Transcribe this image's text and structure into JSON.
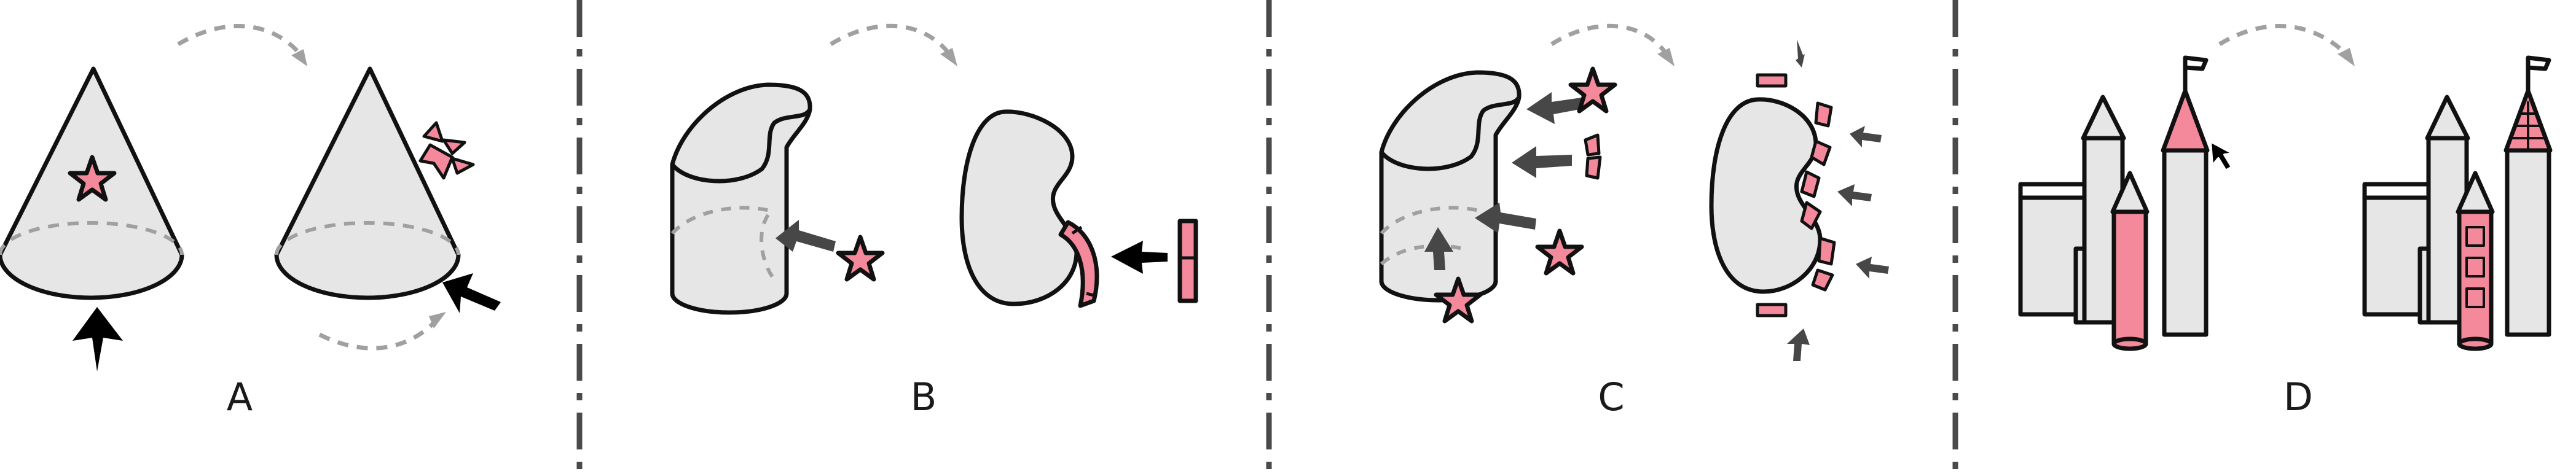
{
  "panels": [
    {
      "label": "A"
    },
    {
      "label": "B"
    },
    {
      "label": "C"
    },
    {
      "label": "D"
    }
  ],
  "colors": {
    "shape_fill": "#e6e6e6",
    "accent_pink": "#f4899b",
    "outline": "#111111",
    "arrow_dark": "#474747",
    "arrow_black": "#000000",
    "dashed_gray": "#a0a0a0",
    "divider": "#4a4a4a",
    "background": "#ffffff"
  }
}
